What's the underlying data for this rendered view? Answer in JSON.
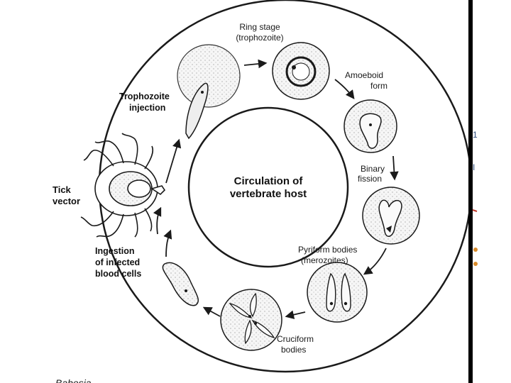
{
  "diagram": {
    "center_label_1": "Circulation of",
    "center_label_2": "vertebrate host",
    "tick_label_1": "Tick",
    "tick_label_2": "vector",
    "trophozoite_label_1": "Trophozoite",
    "trophozoite_label_2": "injection",
    "ingestion_label_1": "Ingestion",
    "ingestion_label_2": "of infected",
    "ingestion_label_3": "blood cells",
    "ring_label_1": "Ring stage",
    "ring_label_2": "(trophozoite)",
    "amoeboid_label_1": "Amoeboid",
    "amoeboid_label_2": "form",
    "binary_label_1": "Binary",
    "binary_label_2": "fission",
    "pyriform_label_1": "Pyriform bodies",
    "pyriform_label_2": "(merozoites)",
    "cruciform_label_1": "Cruciform",
    "cruciform_label_2": "bodies",
    "caption": "Babesia"
  },
  "colors": {
    "ink": "#1a1a1a",
    "cell_fill": "#f4f4f4",
    "right_panel": "#000000",
    "accent_red": "#c0392b",
    "accent_orange": "#d98b2b"
  }
}
